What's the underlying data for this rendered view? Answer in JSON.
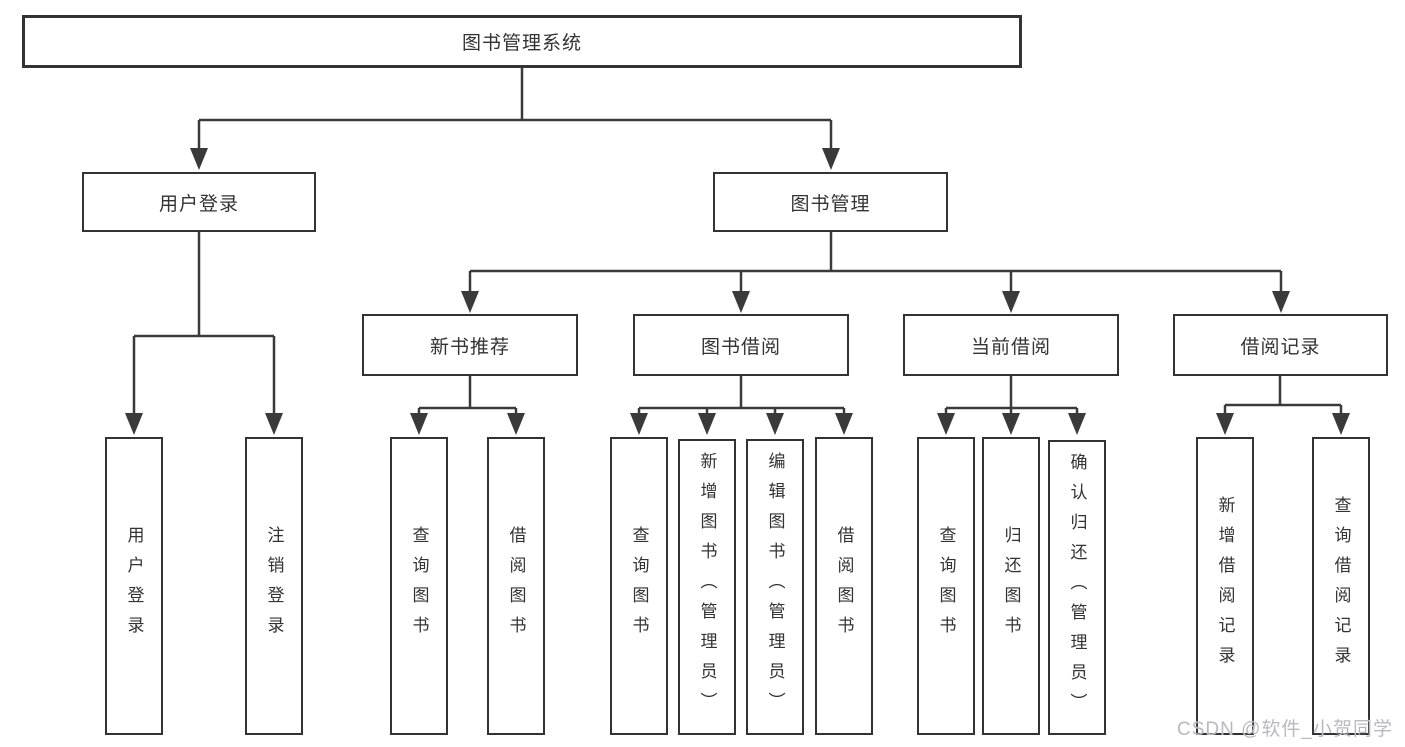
{
  "diagram_title": "图书管理系统",
  "tree": {
    "root": {
      "label": "图书管理系统"
    },
    "level2": [
      {
        "label": "用户登录"
      },
      {
        "label": "图书管理"
      }
    ],
    "level3": [
      {
        "label": "新书推荐",
        "parent": "图书管理"
      },
      {
        "label": "图书借阅",
        "parent": "图书管理"
      },
      {
        "label": "当前借阅",
        "parent": "图书管理"
      },
      {
        "label": "借阅记录",
        "parent": "图书管理"
      }
    ],
    "leaves": [
      {
        "label": "用户登录",
        "parent": "用户登录"
      },
      {
        "label": "注销登录",
        "parent": "用户登录"
      },
      {
        "label": "查询图书",
        "parent": "新书推荐"
      },
      {
        "label": "借阅图书",
        "parent": "新书推荐"
      },
      {
        "label": "查询图书",
        "parent": "图书借阅"
      },
      {
        "label": "新增图书（管理员）",
        "parent": "图书借阅"
      },
      {
        "label": "编辑图书（管理员）",
        "parent": "图书借阅"
      },
      {
        "label": "借阅图书",
        "parent": "图书借阅"
      },
      {
        "label": "查询图书",
        "parent": "当前借阅"
      },
      {
        "label": "归还图书",
        "parent": "当前借阅"
      },
      {
        "label": "确认归还（管理员）",
        "parent": "当前借阅"
      },
      {
        "label": "新增借阅记录",
        "parent": "借阅记录"
      },
      {
        "label": "查询借阅记录",
        "parent": "借阅记录"
      }
    ]
  },
  "watermark": {
    "text": "CSDN @软件_小贺同学"
  },
  "colors": {
    "line": "#3a3a3a",
    "border": "#333333",
    "text": "#333333",
    "watermark": "#b9b9be",
    "background": "#ffffff"
  }
}
